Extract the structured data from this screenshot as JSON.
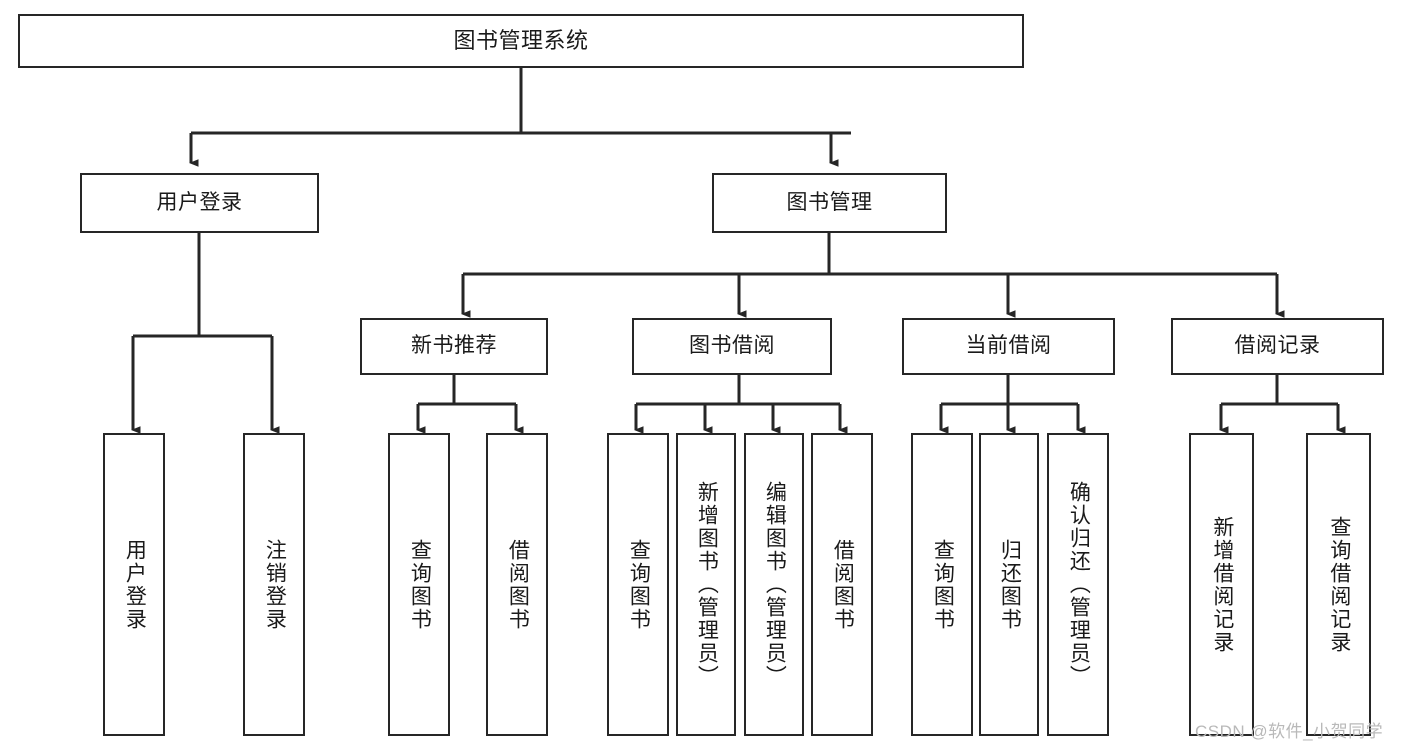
{
  "diagram": {
    "title": "图书管理系统",
    "type": "tree",
    "stroke_color": "#262626",
    "fill_color": "#ffffff",
    "text_color": "#1a1a1a"
  },
  "nodes": {
    "root": {
      "label": "图书管理系统"
    },
    "level2": [
      {
        "label": "用户登录"
      },
      {
        "label": "图书管理"
      }
    ],
    "level3": [
      {
        "label": "新书推荐"
      },
      {
        "label": "图书借阅"
      },
      {
        "label": "当前借阅"
      },
      {
        "label": "借阅记录"
      }
    ],
    "leaves": [
      {
        "label": "用户登录",
        "parent": "用户登录"
      },
      {
        "label": "注销登录",
        "parent": "用户登录"
      },
      {
        "label": "查询图书",
        "parent": "新书推荐"
      },
      {
        "label": "借阅图书",
        "parent": "新书推荐"
      },
      {
        "label": "查询图书",
        "parent": "图书借阅"
      },
      {
        "label": "新增图书（管理员）",
        "parent": "图书借阅"
      },
      {
        "label": "编辑图书（管理员）",
        "parent": "图书借阅"
      },
      {
        "label": "借阅图书",
        "parent": "图书借阅"
      },
      {
        "label": "查询图书",
        "parent": "当前借阅"
      },
      {
        "label": "归还图书",
        "parent": "当前借阅"
      },
      {
        "label": "确认归还（管理员）",
        "parent": "当前借阅"
      },
      {
        "label": "新增借阅记录",
        "parent": "借阅记录"
      },
      {
        "label": "查询借阅记录",
        "parent": "借阅记录"
      }
    ]
  },
  "watermark": {
    "text": "CSDN @软件_小贺同学",
    "color": "#b9b9b9"
  }
}
